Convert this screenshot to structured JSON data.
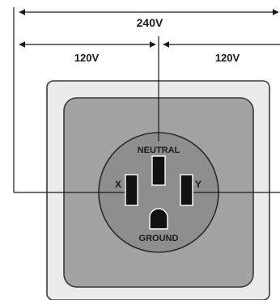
{
  "diagram": {
    "total_voltage": "240V",
    "left_voltage": "120V",
    "right_voltage": "120V",
    "slots": {
      "neutral": "NEUTRAL",
      "x": "X",
      "y": "Y",
      "ground": "GROUND"
    },
    "colors": {
      "line": "#1a1a1a",
      "outer_plate": "#ebebeb",
      "inner_plate": "#a3a3a3",
      "receptacle_face": "#8e8e8e",
      "slot": "#111111"
    }
  }
}
